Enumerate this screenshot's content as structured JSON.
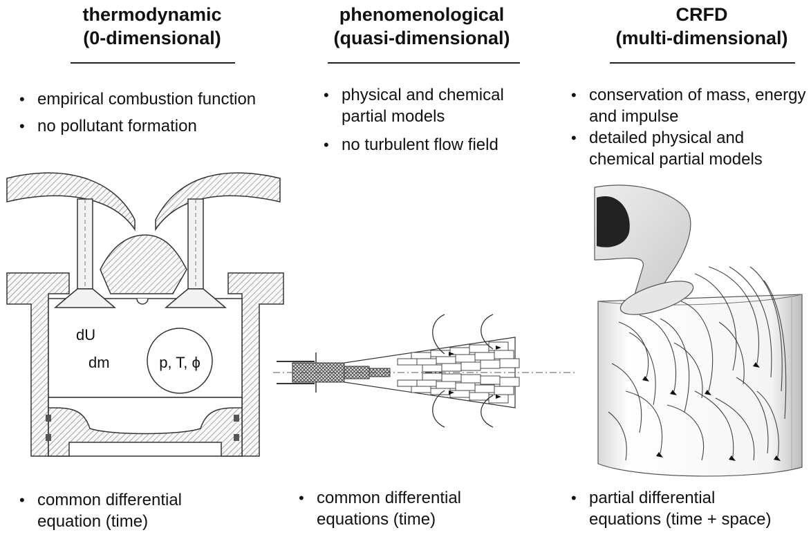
{
  "columns": [
    {
      "heading_line1": "thermodynamic",
      "heading_line2": "(0-dimensional)",
      "bullets": [
        "empirical combustion function",
        "no pollutant formation"
      ],
      "figure_labels": {
        "du": "dU",
        "dm": "dm",
        "state": "p, T, ϕ"
      },
      "footer": [
        "common differential",
        "equation (time)"
      ]
    },
    {
      "heading_line1": "phenomenological",
      "heading_line2": "(quasi-dimensional)",
      "bullets": [
        "physical and chemical partial models",
        "no turbulent flow field"
      ],
      "footer": [
        "common differential",
        "equations (time)"
      ]
    },
    {
      "heading_line1": "CRFD",
      "heading_line2": "(multi-dimensional)",
      "bullets": [
        "conservation of mass, energy and impulse",
        "detailed physical and chemical partial models"
      ],
      "footer": [
        "partial differential",
        "equations (time + space)"
      ]
    }
  ]
}
